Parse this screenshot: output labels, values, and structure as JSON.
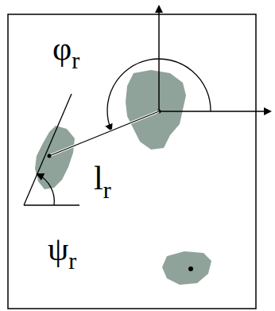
{
  "diagram": {
    "labels": [
      "φr",
      "lr",
      "ψr"
    ]
  }
}
